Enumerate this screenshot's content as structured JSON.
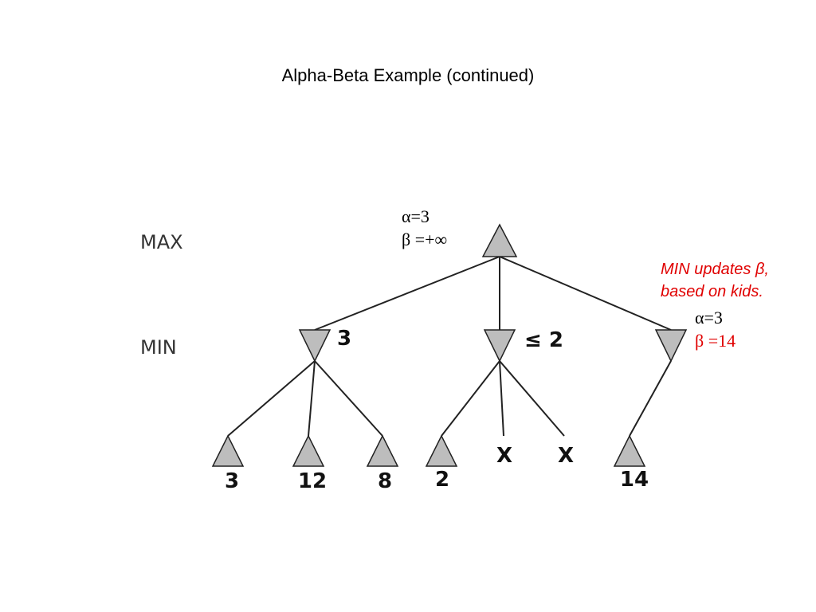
{
  "title": "Alpha-Beta Example (continued)",
  "levels": {
    "max": "MAX",
    "min": "MIN"
  },
  "root": {
    "alpha": "α=3",
    "beta": "β =+∞"
  },
  "min_nodes": [
    {
      "label": "3"
    },
    {
      "label": "≤ 2"
    },
    {
      "label": ""
    }
  ],
  "leaves": [
    "3",
    "12",
    "8",
    "2",
    "X",
    "X",
    "14"
  ],
  "note": {
    "line1": "MIN updates β,",
    "line2": "based on kids."
  },
  "right_node": {
    "alpha": "α=3",
    "beta": "β =14"
  },
  "colors": {
    "node_fill": "#bdbdbd",
    "note": "#e00000"
  }
}
